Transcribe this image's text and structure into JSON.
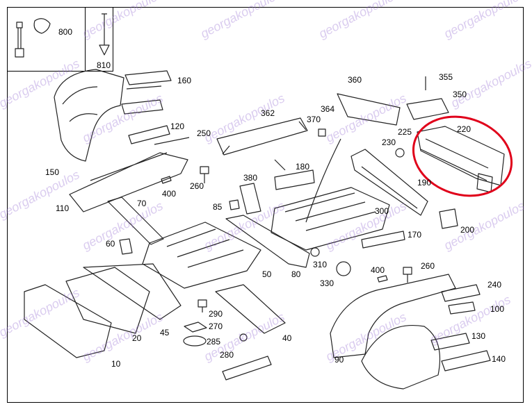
{
  "diagram": {
    "watermark": "georgakopoulos",
    "highlight_color": "#e0001a",
    "labels": [
      {
        "id": "800",
        "text": "800"
      },
      {
        "id": "810",
        "text": "810"
      },
      {
        "id": "160",
        "text": "160"
      },
      {
        "id": "120",
        "text": "120"
      },
      {
        "id": "250",
        "text": "250"
      },
      {
        "id": "362",
        "text": "362"
      },
      {
        "id": "360",
        "text": "360"
      },
      {
        "id": "355",
        "text": "355"
      },
      {
        "id": "350",
        "text": "350"
      },
      {
        "id": "364",
        "text": "364"
      },
      {
        "id": "370",
        "text": "370"
      },
      {
        "id": "225",
        "text": "225"
      },
      {
        "id": "220",
        "text": "220"
      },
      {
        "id": "230",
        "text": "230"
      },
      {
        "id": "150",
        "text": "150"
      },
      {
        "id": "180",
        "text": "180"
      },
      {
        "id": "380",
        "text": "380"
      },
      {
        "id": "260a",
        "text": "260"
      },
      {
        "id": "400a",
        "text": "400"
      },
      {
        "id": "190",
        "text": "190"
      },
      {
        "id": "110",
        "text": "110"
      },
      {
        "id": "70",
        "text": "70"
      },
      {
        "id": "85",
        "text": "85"
      },
      {
        "id": "300",
        "text": "300"
      },
      {
        "id": "200",
        "text": "200"
      },
      {
        "id": "170",
        "text": "170"
      },
      {
        "id": "60",
        "text": "60"
      },
      {
        "id": "310",
        "text": "310"
      },
      {
        "id": "50",
        "text": "50"
      },
      {
        "id": "80",
        "text": "80"
      },
      {
        "id": "330",
        "text": "330"
      },
      {
        "id": "400b",
        "text": "400"
      },
      {
        "id": "260b",
        "text": "260"
      },
      {
        "id": "240",
        "text": "240"
      },
      {
        "id": "100",
        "text": "100"
      },
      {
        "id": "290",
        "text": "290"
      },
      {
        "id": "270",
        "text": "270"
      },
      {
        "id": "285",
        "text": "285"
      },
      {
        "id": "20",
        "text": "20"
      },
      {
        "id": "45",
        "text": "45"
      },
      {
        "id": "40",
        "text": "40"
      },
      {
        "id": "130",
        "text": "130"
      },
      {
        "id": "280",
        "text": "280"
      },
      {
        "id": "10",
        "text": "10"
      },
      {
        "id": "90",
        "text": "90"
      },
      {
        "id": "140",
        "text": "140"
      }
    ]
  }
}
